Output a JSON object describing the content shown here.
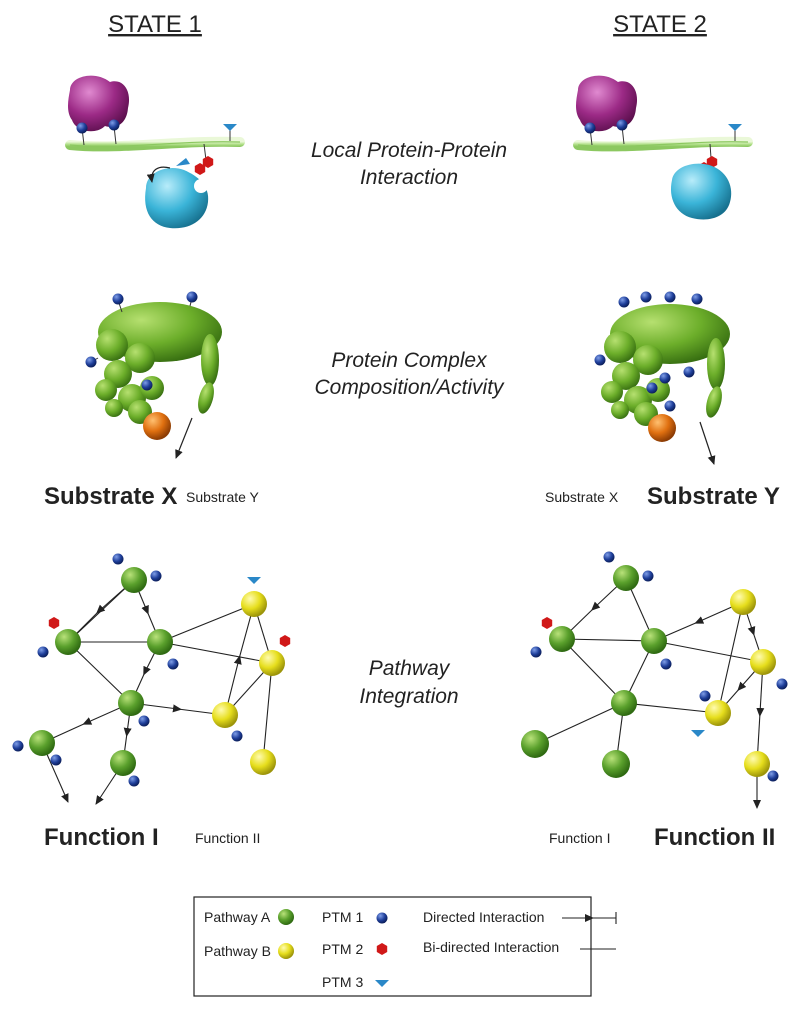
{
  "headers": {
    "state1": "STATE 1",
    "state2": "STATE 2"
  },
  "sections": {
    "local_line1": "Local Protein-Protein",
    "local_line2": "Interaction",
    "complex_line1": "Protein Complex",
    "complex_line2": "Composition/Activity",
    "pathway_line1": "Pathway",
    "pathway_line2": "Integration"
  },
  "substrates": {
    "s1_major": "Substrate X",
    "s1_minor": "Substrate Y",
    "s2_minor": "Substrate X",
    "s2_major": "Substrate Y"
  },
  "functions": {
    "f1_major": "Function I",
    "f1_minor": "Function II",
    "f2_minor": "Function I",
    "f2_major": "Function II"
  },
  "legend": {
    "pathway_a": "Pathway A",
    "pathway_b": "Pathway B",
    "ptm1": "PTM 1",
    "ptm2": "PTM 2",
    "ptm3": "PTM 3",
    "directed": "Directed Interaction",
    "bidirected": "Bi-directed Interaction"
  },
  "colors": {
    "pathway_a": "#5aa02c",
    "pathway_b": "#e8e020",
    "ptm1": "#1f3f9a",
    "ptm2": "#d01818",
    "ptm3": "#2a88c8",
    "purple_protein": "#9c2a86",
    "cyan_protein": "#3ab4d8",
    "complex_green": "#6cae2a",
    "orange_subunit": "#e07010"
  }
}
